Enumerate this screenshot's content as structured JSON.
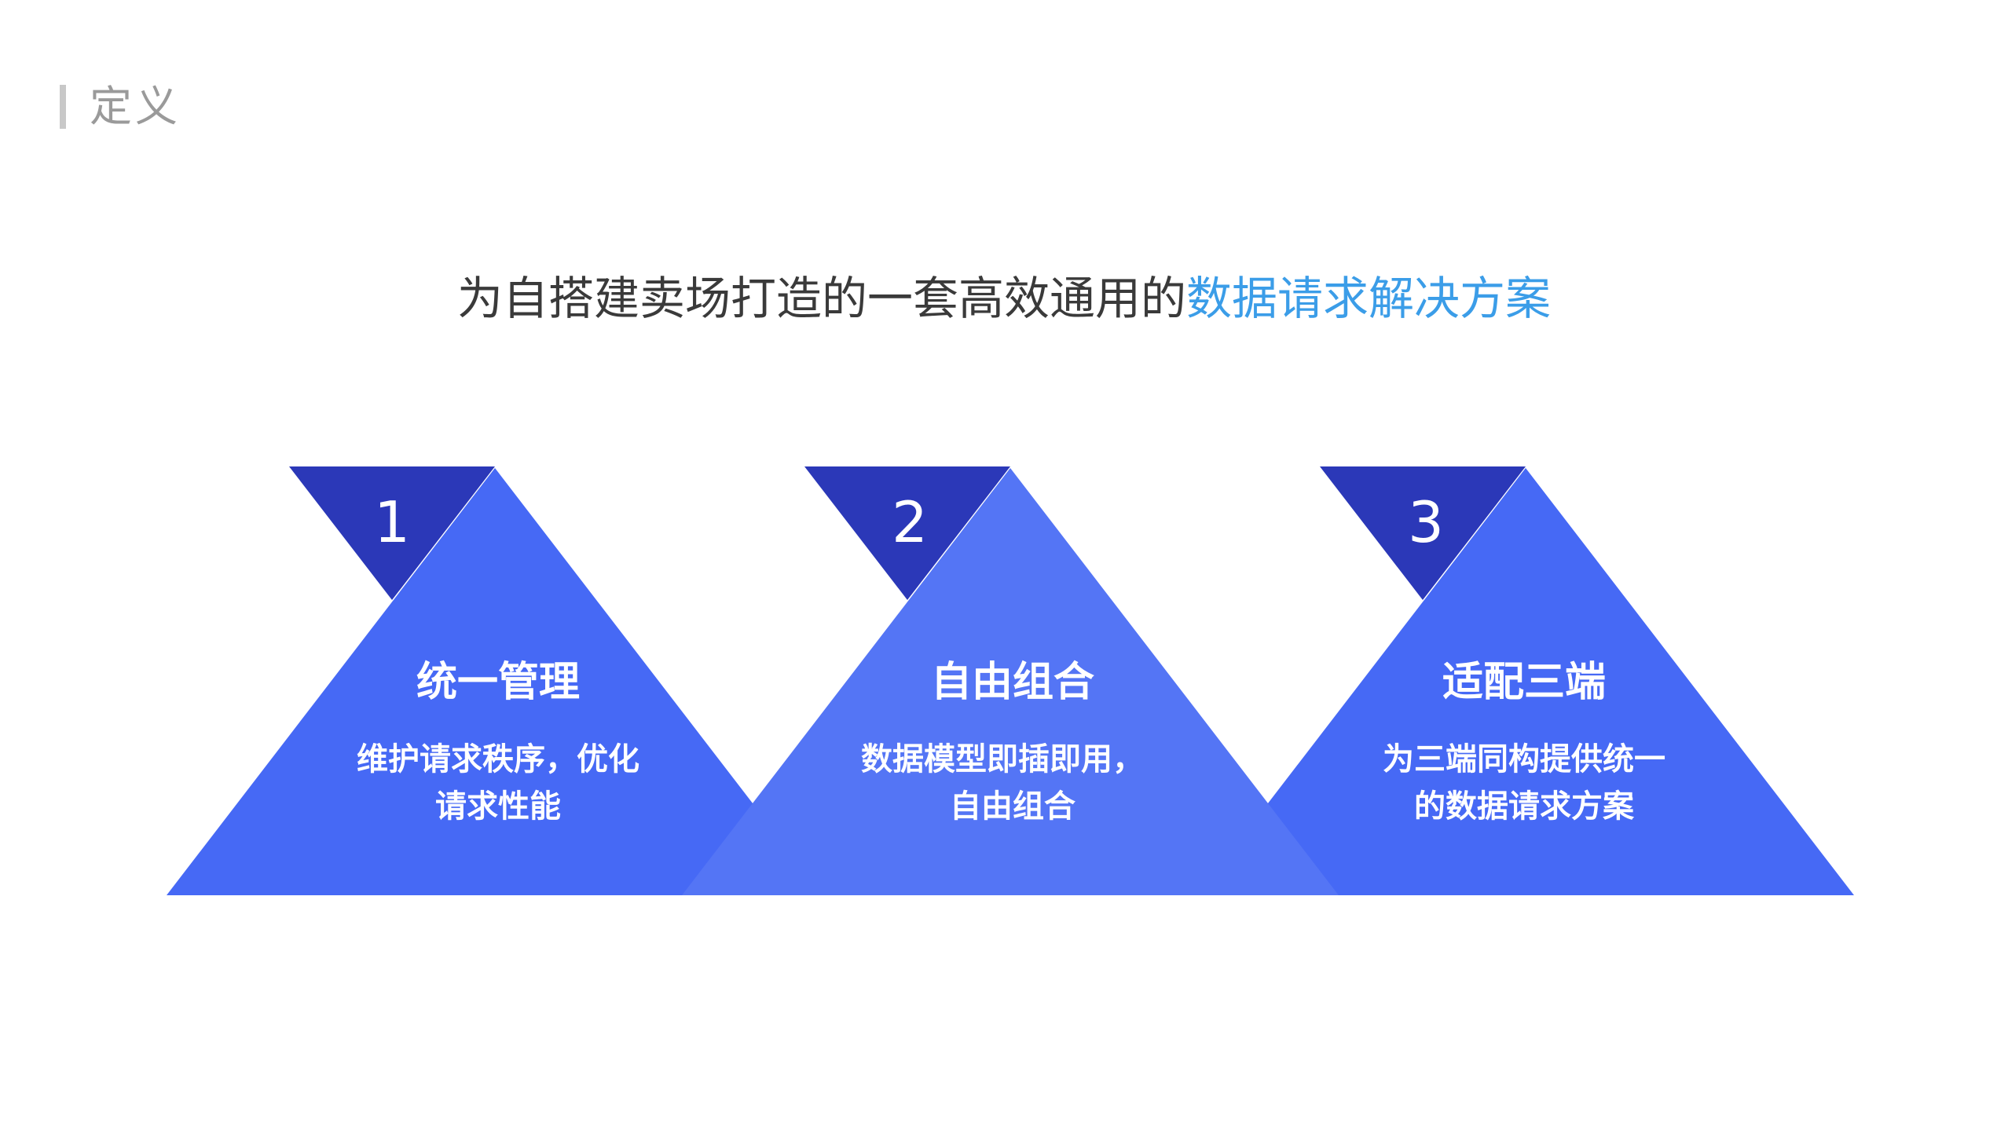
{
  "section": {
    "title": "定义"
  },
  "headline": {
    "prefix": "为自搭建卖场打造的一套高效通用的",
    "highlight": "数据请求解决方案"
  },
  "steps": [
    {
      "number": "1",
      "title": "统一管理",
      "desc_line1": "维护请求秩序，优化",
      "desc_line2": "请求性能"
    },
    {
      "number": "2",
      "title": "自由组合",
      "desc_line1": "数据模型即插即用，",
      "desc_line2": "自由组合"
    },
    {
      "number": "3",
      "title": "适配三端",
      "desc_line1": "为三端同构提供统一",
      "desc_line2": "的数据请求方案"
    }
  ],
  "colors": {
    "section_bar": "#c8c8c8",
    "section_text": "#9a9a9a",
    "headline_text": "#3a3a3a",
    "highlight": "#3b9de8",
    "main_triangle": "#4669f5",
    "middle_triangle": "#5475f5",
    "dark_triangle": "#2b38b8",
    "label_text": "#ffffff"
  }
}
